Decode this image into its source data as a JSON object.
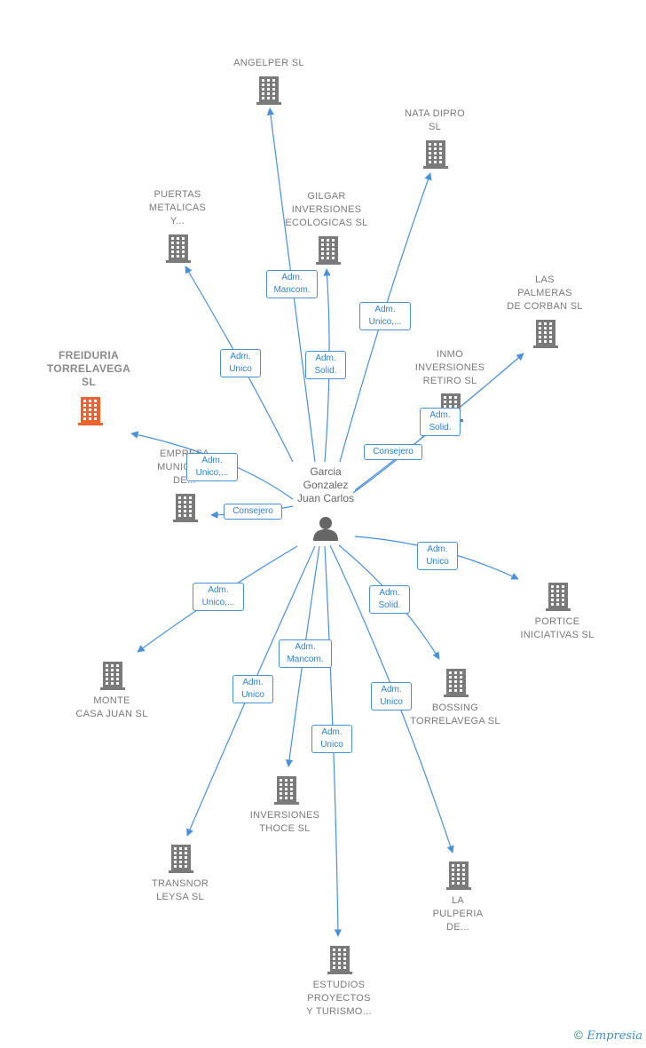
{
  "center": {
    "name": "Garcia\nGonzalez\nJuan Carlos",
    "icon": "person-icon"
  },
  "colors": {
    "edge": "#4a90d9",
    "building": "#7a7a7a",
    "highlight": "#f0622d",
    "label_text": "#7a7a7a"
  },
  "companies": [
    {
      "id": "angelper",
      "name": "ANGELPER  SL",
      "highlight": false
    },
    {
      "id": "nata-dipro",
      "name": "NATA DIPRO\nSL",
      "highlight": false
    },
    {
      "id": "gilgar",
      "name": "GILGAR\nINVERSIONES\nECOLOGICAS SL",
      "highlight": false
    },
    {
      "id": "puertas",
      "name": "PUERTAS\nMETALICAS\nY...",
      "highlight": false
    },
    {
      "id": "las-palmeras",
      "name": "LAS\nPALMERAS\nDE CORBAN SL",
      "highlight": false
    },
    {
      "id": "freiduria",
      "name": "FREIDURIA\nTORRELAVEGA\nSL",
      "highlight": true
    },
    {
      "id": "inmo",
      "name": "INMO\nINVERSIONES\nRETIRO  SL",
      "highlight": false
    },
    {
      "id": "empresa",
      "name": "EMPRESA\nMUNICIPAL\nDE...",
      "highlight": false
    },
    {
      "id": "portice",
      "name": "PORTICE\nINICIATIVAS  SL",
      "highlight": false
    },
    {
      "id": "monte",
      "name": "MONTE\nCASA JUAN SL",
      "highlight": false
    },
    {
      "id": "bossing",
      "name": "BOSSING\nTORRELAVEGA SL",
      "highlight": false
    },
    {
      "id": "inversiones-thoce",
      "name": "INVERSIONES\nTHOCE  SL",
      "highlight": false
    },
    {
      "id": "transnor",
      "name": "TRANSNOR\nLEYSA SL",
      "highlight": false
    },
    {
      "id": "la-pulperia",
      "name": "LA\nPULPERIA\nDE...",
      "highlight": false
    },
    {
      "id": "estudios",
      "name": "ESTUDIOS\nPROYECTOS\nY TURISMO...",
      "highlight": false
    }
  ],
  "edges": [
    {
      "to": "angelper",
      "label": "Adm.\nMancom."
    },
    {
      "to": "nata-dipro",
      "label": "Adm.\nUnico,..."
    },
    {
      "to": "gilgar",
      "label": "Adm.\nSolid."
    },
    {
      "to": "puertas",
      "label": "Adm.\nUnico"
    },
    {
      "to": "las-palmeras",
      "label": "Consejero"
    },
    {
      "to": "inmo",
      "label": "Adm.\nSolid."
    },
    {
      "to": "freiduria",
      "label": "Adm.\nUnico,..."
    },
    {
      "to": "empresa",
      "label": "Consejero"
    },
    {
      "to": "portice",
      "label": "Adm.\nUnico"
    },
    {
      "to": "bossing",
      "label": "Adm.\nSolid."
    },
    {
      "to": "monte",
      "label": "Adm.\nUnico,..."
    },
    {
      "to": "inversiones-thoce",
      "label": "Adm.\nMancom."
    },
    {
      "to": "transnor",
      "label": "Adm.\nUnico"
    },
    {
      "to": "la-pulperia",
      "label": "Adm.\nUnico"
    },
    {
      "to": "estudios",
      "label": "Adm.\nUnico"
    }
  ],
  "brand": {
    "copyright": "©",
    "name": "Empresia"
  }
}
